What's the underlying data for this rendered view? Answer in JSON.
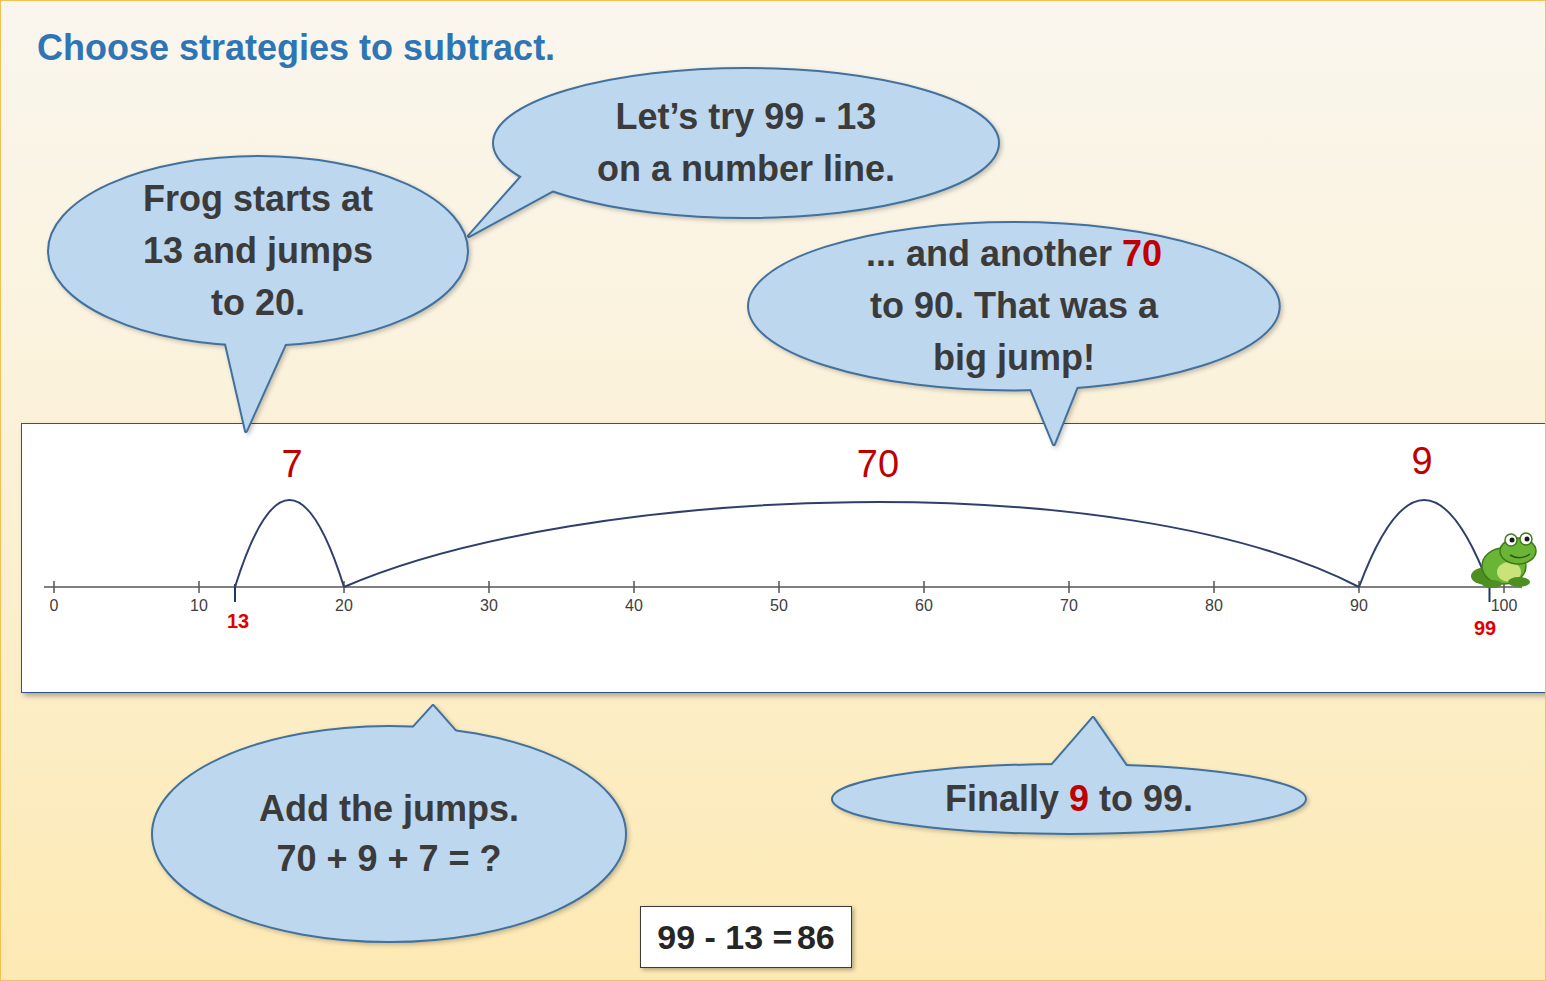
{
  "diagram": {
    "title": "Choose strategies to subtract.",
    "nodes": [
      {
        "text": [
          "Let’s try 99 - 13 on a number line."
        ]
      },
      {
        "text": [
          "Frog starts at 13 and jumps to 20."
        ]
      },
      {
        "text": [
          "... and another",
          "70",
          "to 90. That was a big jump!"
        ]
      },
      {
        "text": [
          "7",
          "70",
          "9",
          "0",
          "10",
          "13",
          "20",
          "30",
          "40",
          "50",
          "60",
          "70",
          "80",
          "90",
          "99",
          "100"
        ]
      },
      {
        "text": [
          "Add the jumps.",
          "70 + 9 + 7 = ?"
        ]
      },
      {
        "text": [
          "Finally",
          "9",
          "to 99."
        ]
      },
      {
        "text": [
          "99 - 13 =",
          "86"
        ]
      }
    ]
  }
}
